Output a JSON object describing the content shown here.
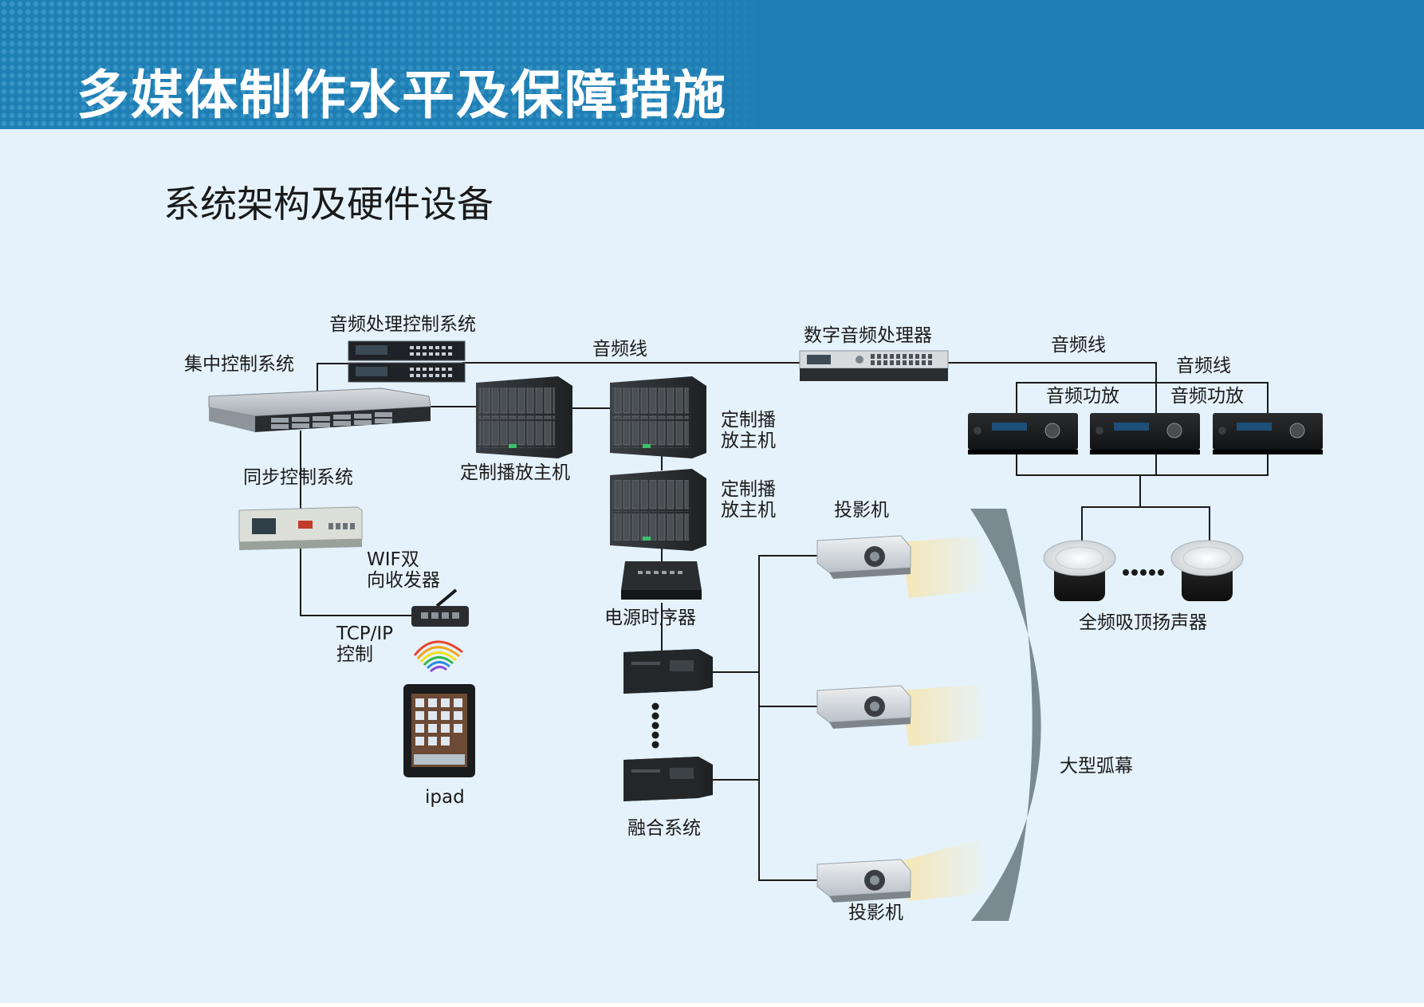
{
  "header": {
    "title": "多媒体制作水平及保障措施"
  },
  "section_title": "系统架构及硬件设备",
  "labels": {
    "audio_processing_control": "音频处理控制系统",
    "central_control": "集中控制系统",
    "audio_line_1": "音频线",
    "digital_audio_processor": "数字音频处理器",
    "audio_line_2": "音频线",
    "audio_line_3": "音频线",
    "audio_amp_1": "音频功放",
    "audio_amp_2": "音频功放",
    "custom_player_host_a": "定制播放主机",
    "custom_player_host_b_1": "定制播",
    "custom_player_host_b_2": "放主机",
    "custom_player_host_c_1": "定制播",
    "custom_player_host_c_2": "放主机",
    "sync_control": "同步控制系统",
    "projector_top": "投影机",
    "projector_bottom": "投影机",
    "wifi_transceiver_1": "WIF双",
    "wifi_transceiver_2": "向收发器",
    "tcpip_1": "TCP/IP",
    "tcpip_2": "控制",
    "power_sequencer": "电源时序器",
    "ceiling_speakers": "全频吸顶扬声器",
    "ipad": "ipad",
    "large_curved_screen": "大型弧幕",
    "fusion_system": "融合系统"
  },
  "colors": {
    "header_blue": "#1f7fb4",
    "background": "#e5f2fb",
    "screen_arc": "#7b8a90",
    "line": "#1a1a1a"
  }
}
